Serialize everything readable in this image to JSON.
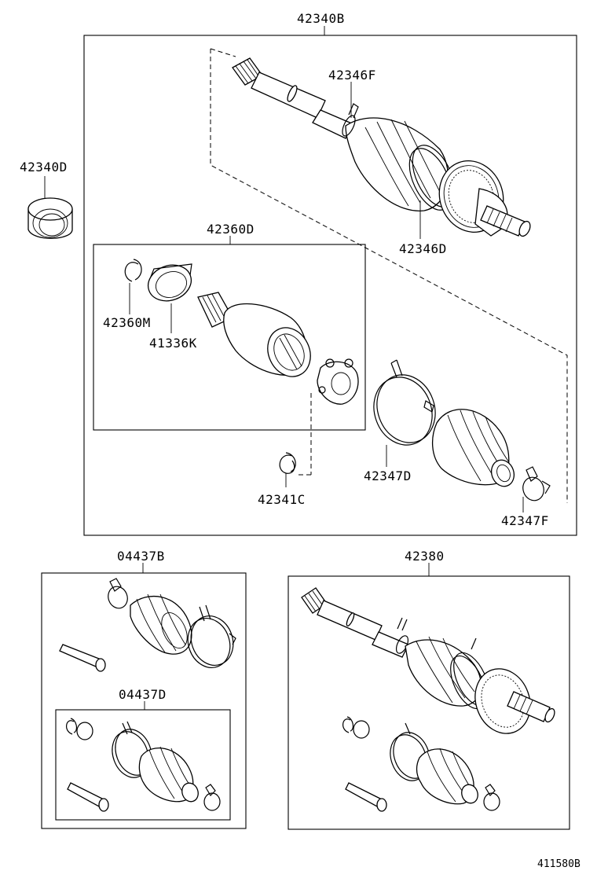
{
  "diagram": {
    "labels": {
      "shaft_assy_outer": "42340B",
      "bearing": "42340D",
      "boot_clamp_outer_small": "42346F",
      "boot_clamp_outer_large": "42346D",
      "inboard_joint_assy": "42360D",
      "snap_ring": "42360M",
      "seal_ring": "41336K",
      "hole_snap_ring": "42341C",
      "boot_clamp_inner_large": "42347D",
      "boot_clamp_inner_small": "42347F",
      "boot_kit_outer": "04437B",
      "boot_kit_inner": "04437D",
      "shaft_assy_complete": "42380"
    },
    "figure_number": "411580B"
  }
}
